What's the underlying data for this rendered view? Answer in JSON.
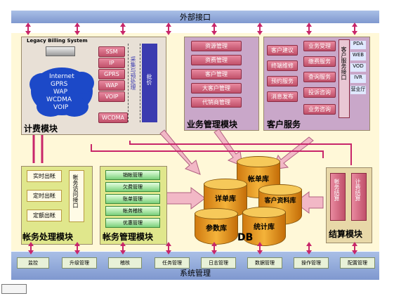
{
  "top_bar": {
    "label": "外部接口"
  },
  "bottom_bar": {
    "label": "系统管理"
  },
  "billing": {
    "legacy_label": "Legacy Billing System",
    "cloud_lines": [
      "Internet",
      "GPRS",
      "WAP",
      "WCDMA",
      "VOIP"
    ],
    "sources": [
      "SSM",
      "IP",
      "GPRS",
      "WAP",
      "VOIP",
      "WCDMA"
    ],
    "collect_label": "采集与预处理",
    "rating_label": "批价",
    "module_label": "计费模块"
  },
  "business_mgmt": {
    "items": [
      "资源管理",
      "资费管理",
      "客户管理",
      "大客户管理",
      "代销商管理"
    ],
    "module_label": "业务管理模块"
  },
  "customer_service": {
    "left_items": [
      "客户建议",
      "终端维修",
      "预约服务",
      "消息发布"
    ],
    "mid_items": [
      "业务受理",
      "缴费服务",
      "查询服务",
      "投诉咨询",
      "业务咨询"
    ],
    "side_label": "客户服务接口",
    "channels": [
      "PDA",
      "WEB",
      "VOD",
      "IVR",
      "营业厅"
    ],
    "module_label": "客户服务"
  },
  "account_processing": {
    "items": [
      "实时出帐",
      "定时出帐",
      "定额出帐"
    ],
    "access_label": "帐务访问接口",
    "module_label": "帐务处理模块"
  },
  "account_mgmt": {
    "items": [
      "销帐管理",
      "欠费管理",
      "账单管理",
      "帐务稽核",
      "优惠管理"
    ],
    "module_label": "帐务管理模块"
  },
  "db": {
    "label": "DB",
    "cylinders": [
      "帐单库",
      "详单库",
      "客户资料库",
      "参数库",
      "统计库"
    ]
  },
  "settlement": {
    "items": [
      "帐务结算",
      "计费结算"
    ],
    "module_label": "结算模块"
  },
  "system_mgmt_items": [
    "监控",
    "升级管理",
    "稽核",
    "任务管理",
    "日志管理",
    "数据管理",
    "操作管理",
    "配置管理"
  ]
}
